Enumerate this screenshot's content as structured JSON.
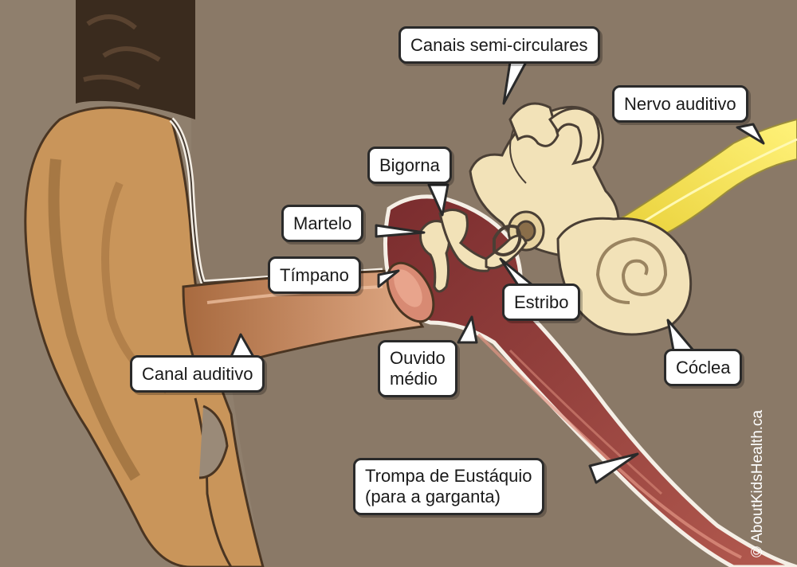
{
  "labels": {
    "canais": "Canais semi-circulares",
    "nervo": "Nervo auditivo",
    "bigorna": "Bigorna",
    "martelo": "Martelo",
    "timpano": "Tímpano",
    "estribo": "Estribo",
    "canal": "Canal auditivo",
    "ouvido_line1": "Ouvido",
    "ouvido_line2": "médio",
    "coclea": "Cóclea",
    "trompa_line1": "Trompa de Eustáquio",
    "trompa_line2": "(para a garganta)"
  },
  "credit": "© AboutKidsHealth.ca",
  "colors": {
    "background": "#8f7f6d",
    "skin": "#c9955a",
    "canal": "#c98a63",
    "middle_ear": "#6b2326",
    "bone": "#f2e2b8",
    "nerve": "#f5e64f",
    "hair": "#3a2b1e"
  }
}
